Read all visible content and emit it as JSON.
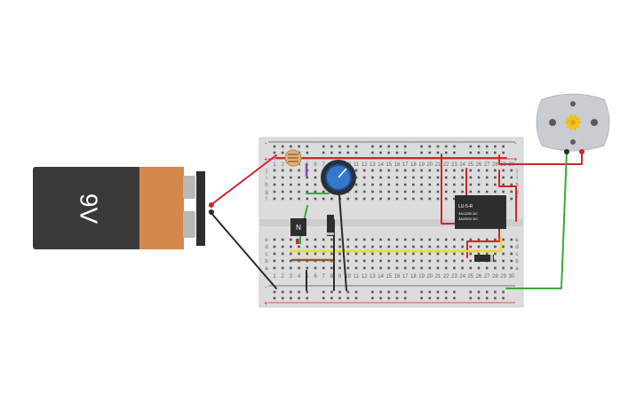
{
  "battery": {
    "label": "9V",
    "body_color": "#3a3a3a",
    "cap_color": "#d4884b"
  },
  "breadboard": {
    "columns": 30,
    "row_letters_top": [
      "j",
      "i",
      "h",
      "g",
      "f"
    ],
    "row_letters_bottom": [
      "e",
      "d",
      "c",
      "b",
      "a"
    ],
    "rail_plus": "+",
    "rail_minus": "-",
    "column_numbers": [
      "1",
      "2",
      "3",
      "4",
      "5",
      "6",
      "7",
      "8",
      "9",
      "10",
      "11",
      "12",
      "13",
      "14",
      "15",
      "16",
      "17",
      "18",
      "19",
      "20",
      "21",
      "22",
      "23",
      "24",
      "25",
      "26",
      "27",
      "28",
      "29",
      "30"
    ]
  },
  "relay": {
    "title": "LU-5-R",
    "line1": "3A/125V AC",
    "line2": "3A/250V DC"
  },
  "transistor": {
    "label": "N"
  },
  "wire_colors": {
    "red": "#d0262b",
    "black": "#2b2b2b",
    "green": "#3aa83a",
    "yellow": "#e8d830",
    "purple": "#8b44b8",
    "brown": "#8a5a2b"
  },
  "motor": {
    "body_color": "#c9cdd1",
    "gear_color": "#f2c21b"
  }
}
